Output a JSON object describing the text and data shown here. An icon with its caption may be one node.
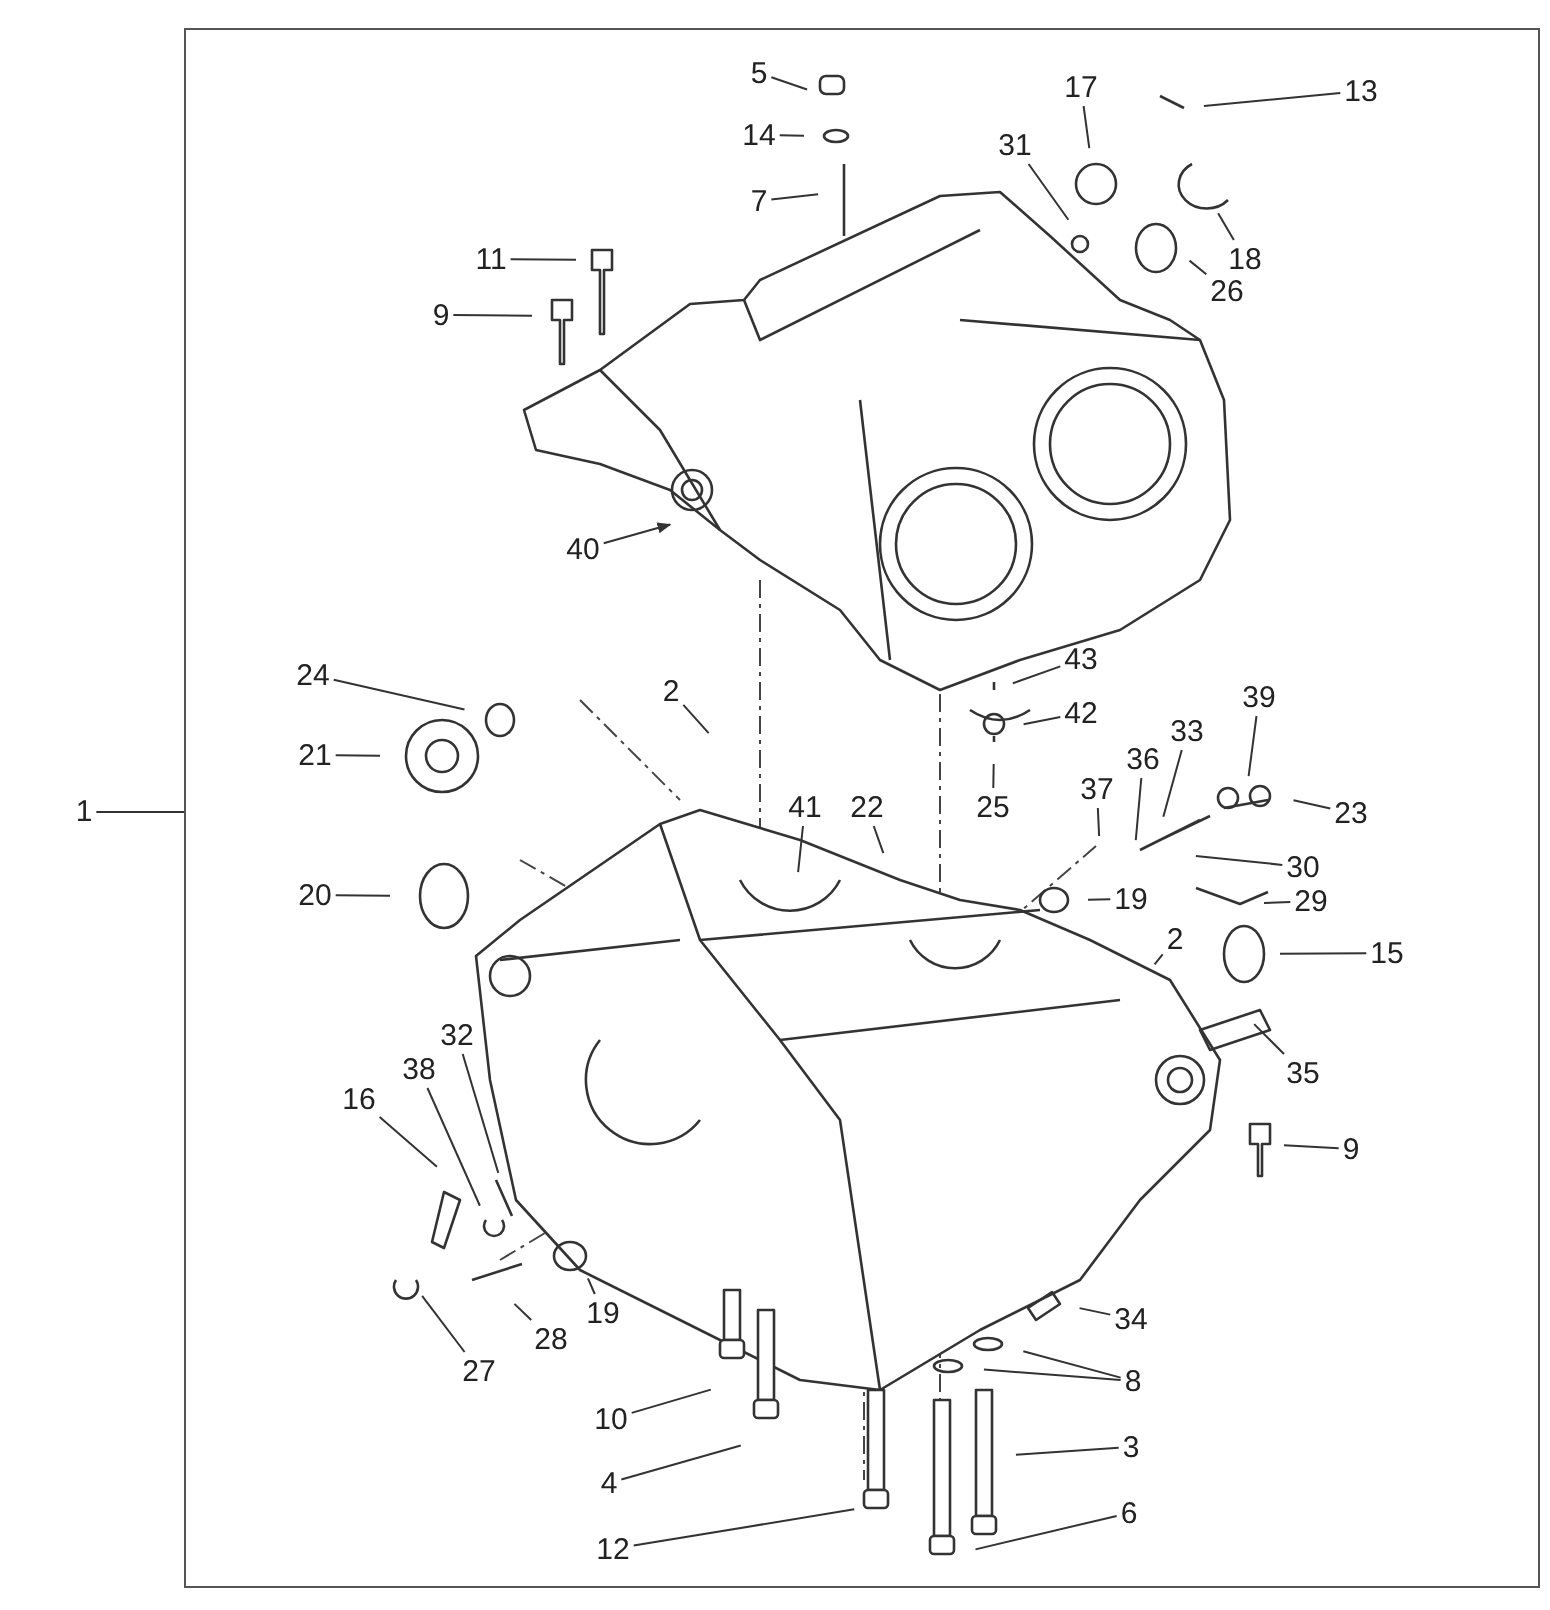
{
  "diagram": {
    "nodes": [
      {
        "text": [],
        "shape": "box"
      },
      {
        "text": [
          "5"
        ],
        "in": 0
      },
      {
        "text": [
          "13"
        ],
        "in": 0
      },
      {
        "text": [
          "17"
        ],
        "in": 0
      },
      {
        "text": [
          "14"
        ],
        "in": 0
      },
      {
        "text": [
          "31"
        ],
        "in": 0
      },
      {
        "text": [
          "7"
        ],
        "in": 0
      },
      {
        "text": [
          "11"
        ],
        "in": 0
      },
      {
        "text": [
          "18"
        ],
        "in": 0
      },
      {
        "text": [
          "26"
        ],
        "in": 0
      },
      {
        "text": [
          "9"
        ],
        "in": 0
      },
      {
        "text": [
          "40"
        ],
        "in": 0
      },
      {
        "text": [
          "43"
        ],
        "in": 0
      },
      {
        "text": [
          "24"
        ],
        "in": 0
      },
      {
        "text": [
          "2"
        ],
        "in": 0
      },
      {
        "text": [
          "42"
        ],
        "in": 0
      },
      {
        "text": [
          "39"
        ],
        "in": 0
      },
      {
        "text": [
          "33"
        ],
        "in": 0
      },
      {
        "text": [
          "21"
        ],
        "in": 0
      },
      {
        "text": [
          "36"
        ],
        "in": 0
      },
      {
        "text": [
          "37"
        ],
        "in": 0
      },
      {
        "text": [
          "25"
        ],
        "in": 0
      },
      {
        "text": [
          "41"
        ],
        "in": 0
      },
      {
        "text": [
          "22"
        ],
        "in": 0
      },
      {
        "text": [
          "1"
        ]
      },
      {
        "text": [
          "23"
        ],
        "in": 0
      },
      {
        "text": [
          "30"
        ],
        "in": 0
      },
      {
        "text": [
          "20"
        ],
        "in": 0
      },
      {
        "text": [
          "29"
        ],
        "in": 0
      },
      {
        "text": [
          "19"
        ],
        "in": 0
      },
      {
        "text": [
          "2"
        ],
        "in": 0
      },
      {
        "text": [
          "15"
        ],
        "in": 0
      },
      {
        "text": [
          "32"
        ],
        "in": 0
      },
      {
        "text": [
          "38"
        ],
        "in": 0
      },
      {
        "text": [
          "35"
        ],
        "in": 0
      },
      {
        "text": [
          "16"
        ],
        "in": 0
      },
      {
        "text": [
          "9"
        ],
        "in": 0
      },
      {
        "text": [
          "19"
        ],
        "in": 0
      },
      {
        "text": [
          "34"
        ],
        "in": 0
      },
      {
        "text": [
          "28"
        ],
        "in": 0
      },
      {
        "text": [
          "27"
        ],
        "in": 0
      },
      {
        "text": [
          "8"
        ],
        "in": 0
      },
      {
        "text": [
          "10"
        ],
        "in": 0
      },
      {
        "text": [
          "3"
        ],
        "in": 0
      },
      {
        "text": [
          "4"
        ],
        "in": 0
      },
      {
        "text": [
          "6"
        ],
        "in": 0
      },
      {
        "text": [
          "12"
        ],
        "in": 0
      }
    ],
    "edges": [
      {
        "from": 1,
        "to": null,
        "arrow": "none"
      },
      {
        "from": 2,
        "to": null,
        "arrow": "none"
      },
      {
        "from": 3,
        "to": null,
        "arrow": "none"
      },
      {
        "from": 4,
        "to": null,
        "arrow": "none"
      },
      {
        "from": 5,
        "to": null,
        "arrow": "none"
      },
      {
        "from": 6,
        "to": null,
        "arrow": "none"
      },
      {
        "from": 7,
        "to": null,
        "arrow": "none"
      },
      {
        "from": 8,
        "to": null,
        "arrow": "none"
      },
      {
        "from": 9,
        "to": null,
        "arrow": "none"
      },
      {
        "from": 10,
        "to": null,
        "arrow": "none"
      },
      {
        "from": 11,
        "to": null,
        "arrow": "to"
      },
      {
        "from": 12,
        "to": null,
        "arrow": "none"
      },
      {
        "from": 13,
        "to": null,
        "arrow": "none"
      },
      {
        "from": 14,
        "to": null,
        "arrow": "none"
      },
      {
        "from": 15,
        "to": null,
        "arrow": "none"
      },
      {
        "from": 16,
        "to": null,
        "arrow": "none"
      },
      {
        "from": 17,
        "to": null,
        "arrow": "none"
      },
      {
        "from": 18,
        "to": null,
        "arrow": "none"
      },
      {
        "from": 19,
        "to": null,
        "arrow": "none"
      },
      {
        "from": 20,
        "to": null,
        "arrow": "none"
      },
      {
        "from": 21,
        "to": null,
        "arrow": "none"
      },
      {
        "from": 22,
        "to": null,
        "arrow": "none"
      },
      {
        "from": 23,
        "to": null,
        "arrow": "none"
      },
      {
        "from": 24,
        "to": 0,
        "arrow": "none"
      },
      {
        "from": 25,
        "to": null,
        "arrow": "none"
      },
      {
        "from": 26,
        "to": null,
        "arrow": "none"
      },
      {
        "from": 27,
        "to": null,
        "arrow": "none"
      },
      {
        "from": 28,
        "to": null,
        "arrow": "none"
      },
      {
        "from": 29,
        "to": null,
        "arrow": "none"
      },
      {
        "from": 30,
        "to": null,
        "arrow": "none"
      },
      {
        "from": 31,
        "to": null,
        "arrow": "none"
      },
      {
        "from": 32,
        "to": null,
        "arrow": "none"
      },
      {
        "from": 33,
        "to": null,
        "arrow": "none"
      },
      {
        "from": 34,
        "to": null,
        "arrow": "none"
      },
      {
        "from": 35,
        "to": null,
        "arrow": "none"
      },
      {
        "from": 36,
        "to": null,
        "arrow": "none"
      },
      {
        "from": 37,
        "to": null,
        "arrow": "none"
      },
      {
        "from": 38,
        "to": null,
        "arrow": "none"
      },
      {
        "from": 39,
        "to": null,
        "arrow": "none"
      },
      {
        "from": 40,
        "to": null,
        "arrow": "none"
      },
      {
        "from": 41,
        "to": null,
        "arrow": "none"
      },
      {
        "from": 41,
        "to": null,
        "arrow": "none"
      },
      {
        "from": 42,
        "to": null,
        "arrow": "none"
      },
      {
        "from": 43,
        "to": null,
        "arrow": "none"
      },
      {
        "from": 44,
        "to": null,
        "arrow": "none"
      },
      {
        "from": 45,
        "to": null,
        "arrow": "none"
      },
      {
        "from": 46,
        "to": null,
        "arrow": "none"
      }
    ]
  }
}
